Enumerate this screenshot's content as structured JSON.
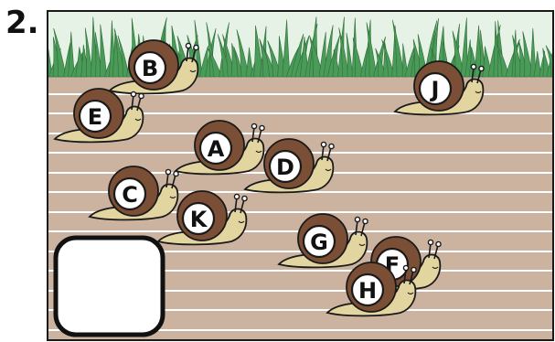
{
  "question_number": "2.",
  "colors": {
    "soil": "#cbb3a0",
    "grass": "#4a9a58",
    "grass_light": "#e6f2e6",
    "shell": "#7a4f35",
    "shell_label_bg": "#ffffff",
    "snail_body": "#e3d59f",
    "outline": "#1a1a1a",
    "row_line": "#ffffff"
  },
  "snails": [
    {
      "label": "A",
      "facing": "right"
    },
    {
      "label": "B",
      "facing": "right"
    },
    {
      "label": "C",
      "facing": "right"
    },
    {
      "label": "D",
      "facing": "right"
    },
    {
      "label": "E",
      "facing": "right"
    },
    {
      "label": "F",
      "facing": "right"
    },
    {
      "label": "G",
      "facing": "right"
    },
    {
      "label": "H",
      "facing": "right"
    },
    {
      "label": "J",
      "facing": "right"
    },
    {
      "label": "K",
      "facing": "right"
    }
  ],
  "answer_box": {
    "value": ""
  }
}
